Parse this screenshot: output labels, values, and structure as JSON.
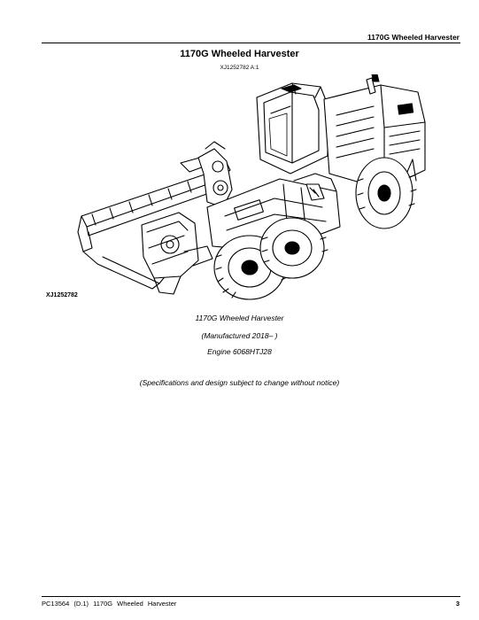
{
  "header": {
    "title": "1170G Wheeled Harvester"
  },
  "page": {
    "title": "1170G Wheeled Harvester",
    "illustration_id_top": "XJ1252782 A:1",
    "illustration_id_label": "XJ1252782",
    "caption_lines": [
      "1170G Wheeled Harvester",
      "(Manufactured 2018– )",
      "Engine 6068HTJ28"
    ],
    "notice": "(Specifications and design subject to change without notice)"
  },
  "footer": {
    "doc_code": "PC13564",
    "revision": "(D.1)",
    "title": "1170G Wheeled Harvester",
    "page_number": "3"
  }
}
